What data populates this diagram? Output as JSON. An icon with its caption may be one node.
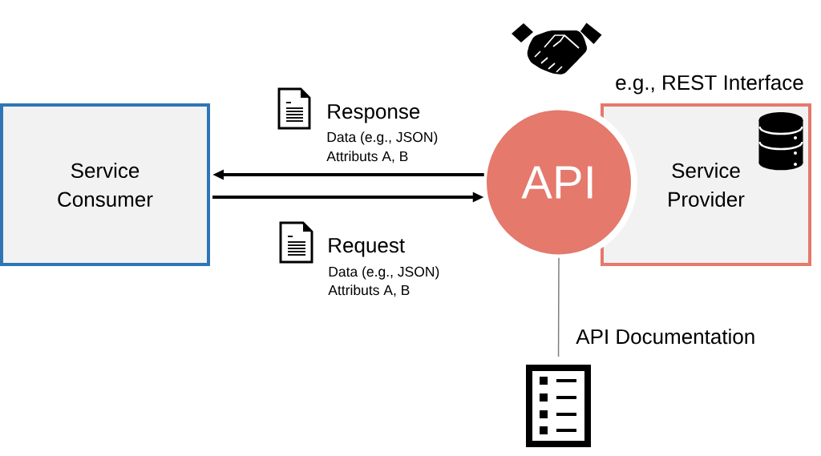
{
  "diagram": {
    "nodes": [
      {
        "text": [
          "Service Consumer"
        ]
      },
      {
        "text": [
          "API"
        ]
      },
      {
        "text": [
          "Service Provider"
        ],
        "beside": [
          "e.g., REST Interface"
        ]
      },
      {
        "text": [],
        "shape": "picture",
        "beside": [
          "API Documentation"
        ]
      }
    ],
    "edges": [
      {
        "from": 1,
        "to": 0,
        "arrow": "to"
      },
      {
        "from": 0,
        "to": 1,
        "arrow": "to"
      },
      {
        "from": 1,
        "to": 3,
        "arrow": "none",
        "color": "#7f7f7f"
      }
    ],
    "labels": [
      "Response",
      "Data (e.g., JSON)",
      "Attributs A, B",
      "Request",
      "Data (e.g., JSON)",
      "Attributs A, B"
    ]
  }
}
